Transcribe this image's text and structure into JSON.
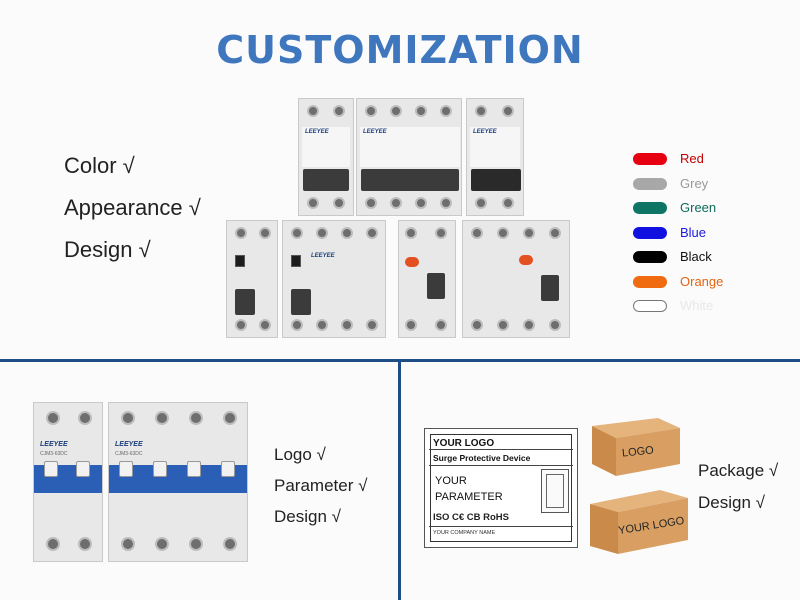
{
  "title": "CUSTOMIZATION",
  "top_features": [
    "Color √",
    "Appearance √",
    "Design √"
  ],
  "colors": [
    {
      "name": "Red",
      "swatch": "#e60012",
      "text": "#c40000"
    },
    {
      "name": "Grey",
      "swatch": "#a8a8a8",
      "text": "#9a9a9a"
    },
    {
      "name": "Green",
      "swatch": "#0e7565",
      "text": "#0e6a5c"
    },
    {
      "name": "Blue",
      "swatch": "#1010e0",
      "text": "#1a1ae0"
    },
    {
      "name": "Black",
      "swatch": "#000000",
      "text": "#111111"
    },
    {
      "name": "Orange",
      "swatch": "#f06b10",
      "text": "#e2640f"
    },
    {
      "name": "White",
      "swatch": "#ffffff",
      "text": "#e8e8e8"
    }
  ],
  "bottom_left_features": [
    "Logo √",
    "Parameter √",
    "Design √"
  ],
  "bottom_right_features": [
    "Package √",
    "Design √"
  ],
  "label_card": {
    "logo": "YOUR LOGO",
    "product": "Surge Protective Device",
    "parameter_lines": [
      "YOUR",
      "PARAMETER"
    ],
    "certs": "ISO C€ CB RoHS",
    "company": "YOUR COMPANY NAME"
  },
  "boxes": {
    "small": "LOGO",
    "large": "YOUR LOGO"
  },
  "breaker_brand": "LEEYEE",
  "breaker_models": [
    "CJM3-63DC",
    "CJM3-63DC"
  ],
  "accent": "#3f77bf",
  "divider": "#1d4f86"
}
